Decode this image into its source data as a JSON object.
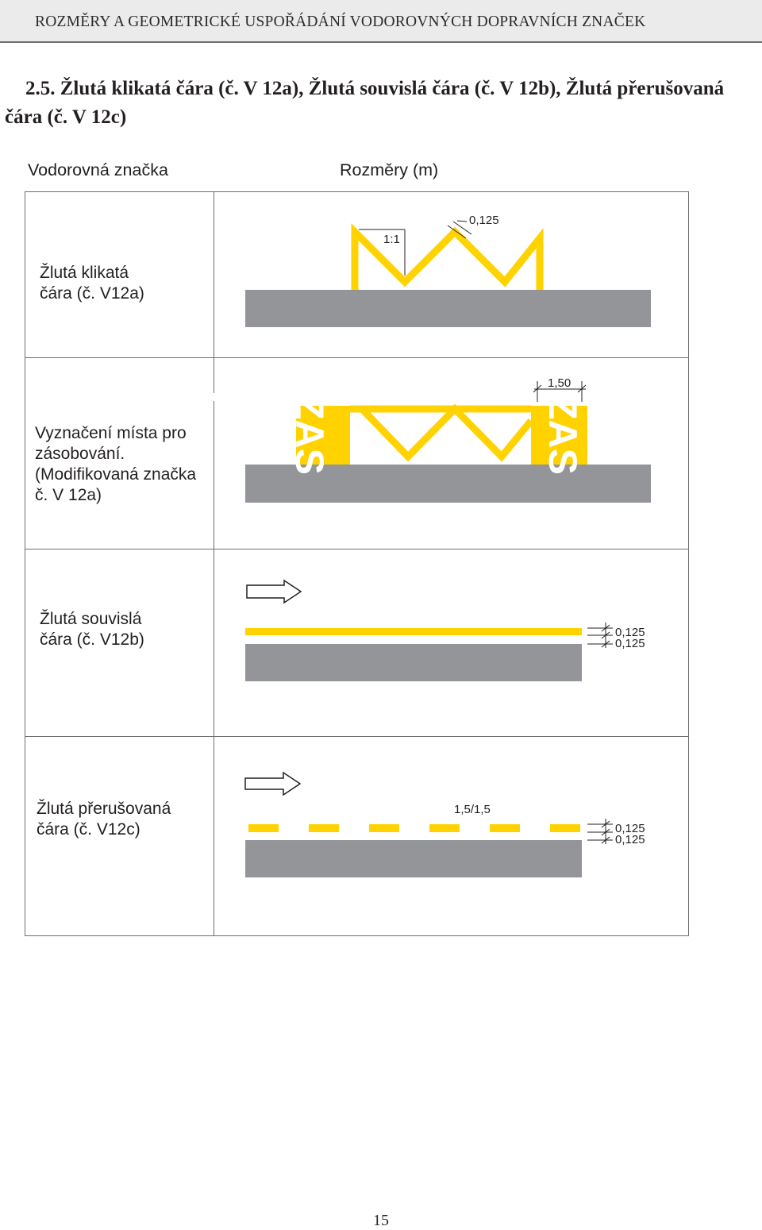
{
  "header": {
    "running_title": "ROZMĚRY A GEOMETRICKÉ USPOŘÁDÁNÍ VODOROVNÝCH DOPRAVNÍCH ZNAČEK"
  },
  "section": {
    "title_line1": "2.5. Žlutá klikatá čára (č. V 12a), Žlutá souvislá čára (č. V 12b), Žlutá přerušovaná",
    "title_line2": "čára (č. V 12c)"
  },
  "table": {
    "col_sign": "Vodorovná značka",
    "col_dims": "Rozměry (m)",
    "rows": [
      {
        "label_lines": [
          "Žlutá klikatá",
          "čára (č. V12a)"
        ],
        "dims": {
          "ratio": "1:1",
          "width": "0,125"
        }
      },
      {
        "label_lines": [
          "Vyznačení místa pro",
          "zásobování.",
          "(Modifikovaná značka",
          "č. V 12a)"
        ],
        "dims": {
          "length": "1,50"
        },
        "inscription": "ZAS"
      },
      {
        "label_lines": [
          "Žlutá souvislá",
          "čára (č. V12b)"
        ],
        "dims": {
          "line_width": "0,125",
          "gap": "0,125"
        }
      },
      {
        "label_lines": [
          "Žlutá přerušovaná",
          "čára (č. V12c)"
        ],
        "dims": {
          "pattern": "1,5/1,5",
          "line_width": "0,125",
          "gap": "0,125"
        }
      }
    ]
  },
  "colors": {
    "marking_yellow": "#ffd200",
    "kerb_gray": "#939598",
    "rule_gray": "#6d6e70"
  },
  "icons": {
    "direction_arrow": "right-arrow-outline-icon"
  },
  "page_number": "15"
}
